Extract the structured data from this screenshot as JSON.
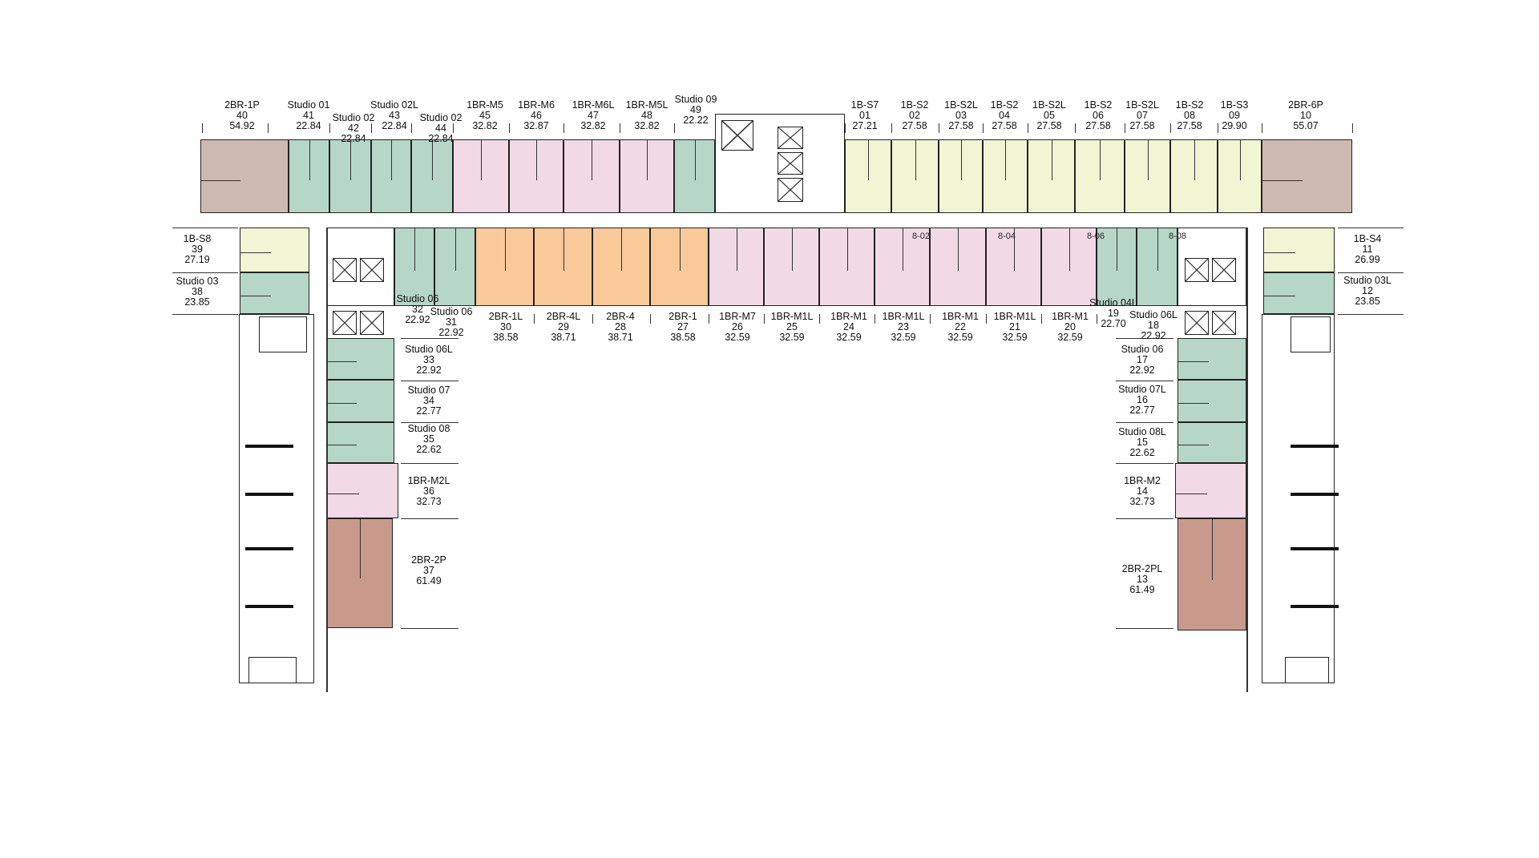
{
  "units": [
    {
      "no": "01",
      "type": "1B-S7",
      "area": "27.21",
      "color": "yellow"
    },
    {
      "no": "02",
      "type": "1B-S2",
      "area": "27.58",
      "color": "yellow"
    },
    {
      "no": "03",
      "type": "1B-S2L",
      "area": "27.58",
      "color": "yellow"
    },
    {
      "no": "04",
      "type": "1B-S2",
      "area": "27.58",
      "color": "yellow"
    },
    {
      "no": "05",
      "type": "1B-S2L",
      "area": "27.58",
      "color": "yellow"
    },
    {
      "no": "06",
      "type": "1B-S2",
      "area": "27.58",
      "color": "yellow"
    },
    {
      "no": "07",
      "type": "1B-S2L",
      "area": "27.58",
      "color": "yellow"
    },
    {
      "no": "08",
      "type": "1B-S2",
      "area": "27.58",
      "color": "yellow"
    },
    {
      "no": "09",
      "type": "1B-S3",
      "area": "29.90",
      "color": "yellow"
    },
    {
      "no": "10",
      "type": "2BR-6P",
      "area": "55.07",
      "color": "tan"
    },
    {
      "no": "11",
      "type": "1B-S4",
      "area": "26.99",
      "color": "yellow"
    },
    {
      "no": "12",
      "type": "Studio 03L",
      "area": "23.85",
      "color": "green"
    },
    {
      "no": "13",
      "type": "2BR-2PL",
      "area": "61.49",
      "color": "brown"
    },
    {
      "no": "14",
      "type": "1BR-M2",
      "area": "32.73",
      "color": "pink"
    },
    {
      "no": "15",
      "type": "Studio 08L",
      "area": "22.62",
      "color": "green"
    },
    {
      "no": "16",
      "type": "Studio 07L",
      "area": "22.77",
      "color": "green"
    },
    {
      "no": "17",
      "type": "Studio 06",
      "area": "22.92",
      "color": "green"
    },
    {
      "no": "18",
      "type": "Studio 06L",
      "area": "22.92",
      "color": "green"
    },
    {
      "no": "19",
      "type": "Studio 04L",
      "area": "22.70",
      "color": "green"
    },
    {
      "no": "20",
      "type": "1BR-M1",
      "area": "32.59",
      "color": "pink"
    },
    {
      "no": "21",
      "type": "1BR-M1L",
      "area": "32.59",
      "color": "pink"
    },
    {
      "no": "22",
      "type": "1BR-M1",
      "area": "32.59",
      "color": "pink"
    },
    {
      "no": "23",
      "type": "1BR-M1L",
      "area": "32.59",
      "color": "pink"
    },
    {
      "no": "24",
      "type": "1BR-M1",
      "area": "32.59",
      "color": "pink"
    },
    {
      "no": "25",
      "type": "1BR-M1L",
      "area": "32.59",
      "color": "pink"
    },
    {
      "no": "26",
      "type": "1BR-M7",
      "area": "32.59",
      "color": "pink"
    },
    {
      "no": "27",
      "type": "2BR-1",
      "area": "38.58",
      "color": "orange"
    },
    {
      "no": "28",
      "type": "2BR-4",
      "area": "38.71",
      "color": "orange"
    },
    {
      "no": "29",
      "type": "2BR-4L",
      "area": "38.71",
      "color": "orange"
    },
    {
      "no": "30",
      "type": "2BR-1L",
      "area": "38.58",
      "color": "orange"
    },
    {
      "no": "31",
      "type": "Studio 06",
      "area": "22.92",
      "color": "green"
    },
    {
      "no": "32",
      "type": "Studio 06",
      "area": "22.92",
      "color": "green"
    },
    {
      "no": "33",
      "type": "Studio 06L",
      "area": "22.92",
      "color": "green"
    },
    {
      "no": "34",
      "type": "Studio 07",
      "area": "22.77",
      "color": "green"
    },
    {
      "no": "35",
      "type": "Studio 08",
      "area": "22.62",
      "color": "green"
    },
    {
      "no": "36",
      "type": "1BR-M2L",
      "area": "32.73",
      "color": "pink"
    },
    {
      "no": "37",
      "type": "2BR-2P",
      "area": "61.49",
      "color": "brown"
    },
    {
      "no": "38",
      "type": "Studio 03",
      "area": "23.85",
      "color": "green"
    },
    {
      "no": "39",
      "type": "1B-S8",
      "area": "27.19",
      "color": "yellow"
    },
    {
      "no": "40",
      "type": "2BR-1P",
      "area": "54.92",
      "color": "tan"
    },
    {
      "no": "41",
      "type": "Studio 01",
      "area": "22.84",
      "color": "green"
    },
    {
      "no": "42",
      "type": "Studio 02",
      "area": "22.84",
      "color": "green"
    },
    {
      "no": "43",
      "type": "Studio 02L",
      "area": "22.84",
      "color": "green"
    },
    {
      "no": "44",
      "type": "Studio 02",
      "area": "22.84",
      "color": "green"
    },
    {
      "no": "45",
      "type": "1BR-M5",
      "area": "32.82",
      "color": "pink"
    },
    {
      "no": "46",
      "type": "1BR-M6",
      "area": "32.87",
      "color": "pink"
    },
    {
      "no": "47",
      "type": "1BR-M6L",
      "area": "32.82",
      "color": "pink"
    },
    {
      "no": "48",
      "type": "1BR-M5L",
      "area": "32.82",
      "color": "pink"
    },
    {
      "no": "49",
      "type": "Studio 09",
      "area": "22.22",
      "color": "green"
    }
  ],
  "room_tags": [
    "8-02",
    "8-04",
    "8-06",
    "8-08"
  ],
  "colors": {
    "green": "#b6d6c8",
    "yellow": "#f2f5d4",
    "pink": "#f1d9e6",
    "orange": "#f9c99a",
    "tan": "#cdb9af",
    "brown": "#c99a8c"
  }
}
